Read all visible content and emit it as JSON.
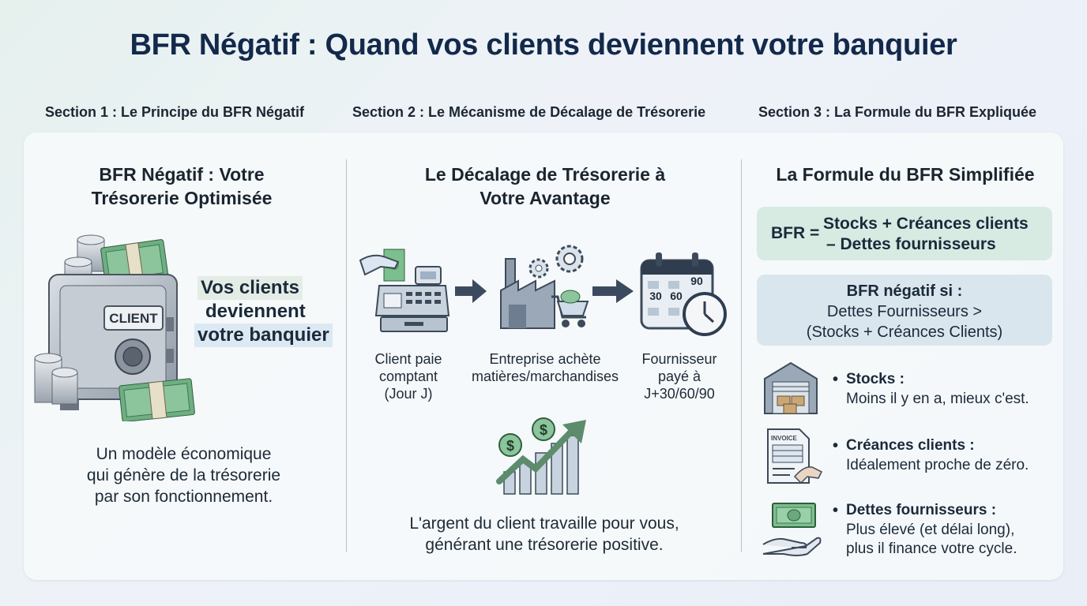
{
  "title": "BFR Négatif : Quand vos clients deviennent votre banquier",
  "sections": [
    {
      "label": "Section 1 : Le Principe du BFR Négatif"
    },
    {
      "label": "Section 2 : Le Mécanisme de Décalage de Trésorerie"
    },
    {
      "label": "Section 3 : La Formule du BFR Expliquée"
    }
  ],
  "col1": {
    "title_line1": "BFR Négatif : Votre",
    "title_line2": "Trésorerie Optimisée",
    "safe_label": "CLIENT",
    "highlight": [
      "Vos clients",
      "deviennent",
      "votre banquier"
    ],
    "desc": [
      "Un modèle économique",
      "qui génère de la trésorerie",
      "par son fonctionnement."
    ]
  },
  "col2": {
    "title_line1": "Le Décalage de Trésorerie à",
    "title_line2": "Votre Avantage",
    "calendar_nums": [
      "90",
      "30",
      "60"
    ],
    "steps": [
      {
        "lines": [
          "Client paie",
          "comptant",
          "(Jour J)"
        ]
      },
      {
        "lines": [
          "Entreprise achète",
          "matières/marchandises"
        ]
      },
      {
        "lines": [
          "Fournisseur",
          "payé à",
          "J+30/60/90"
        ]
      }
    ],
    "conclusion": [
      "L'argent du client travaille pour vous,",
      "générant une trésorerie positive."
    ]
  },
  "col3": {
    "title": "La Formule du BFR Simplifiée",
    "formula_lhs": "BFR =",
    "formula_rhs1": "Stocks + Créances clients",
    "formula_rhs2": "– Dettes fournisseurs",
    "cond_title": "BFR négatif si :",
    "cond_line1": "Dettes Fournisseurs >",
    "cond_line2": "(Stocks + Créances Clients)",
    "invoice_label": "INVOICE",
    "items": [
      {
        "title": "Stocks :",
        "lines": [
          "Moins il y en a, mieux c'est."
        ]
      },
      {
        "title": "Créances clients :",
        "lines": [
          "Idéalement proche de zéro."
        ]
      },
      {
        "title": "Dettes fournisseurs :",
        "lines": [
          "Plus élevé (et délai long),",
          "plus il finance votre cycle."
        ]
      }
    ]
  },
  "colors": {
    "title": "#13294b",
    "green_box": "#d7ebe3",
    "blue_box": "#dae6ee",
    "arrow": "#3b4a5e"
  }
}
